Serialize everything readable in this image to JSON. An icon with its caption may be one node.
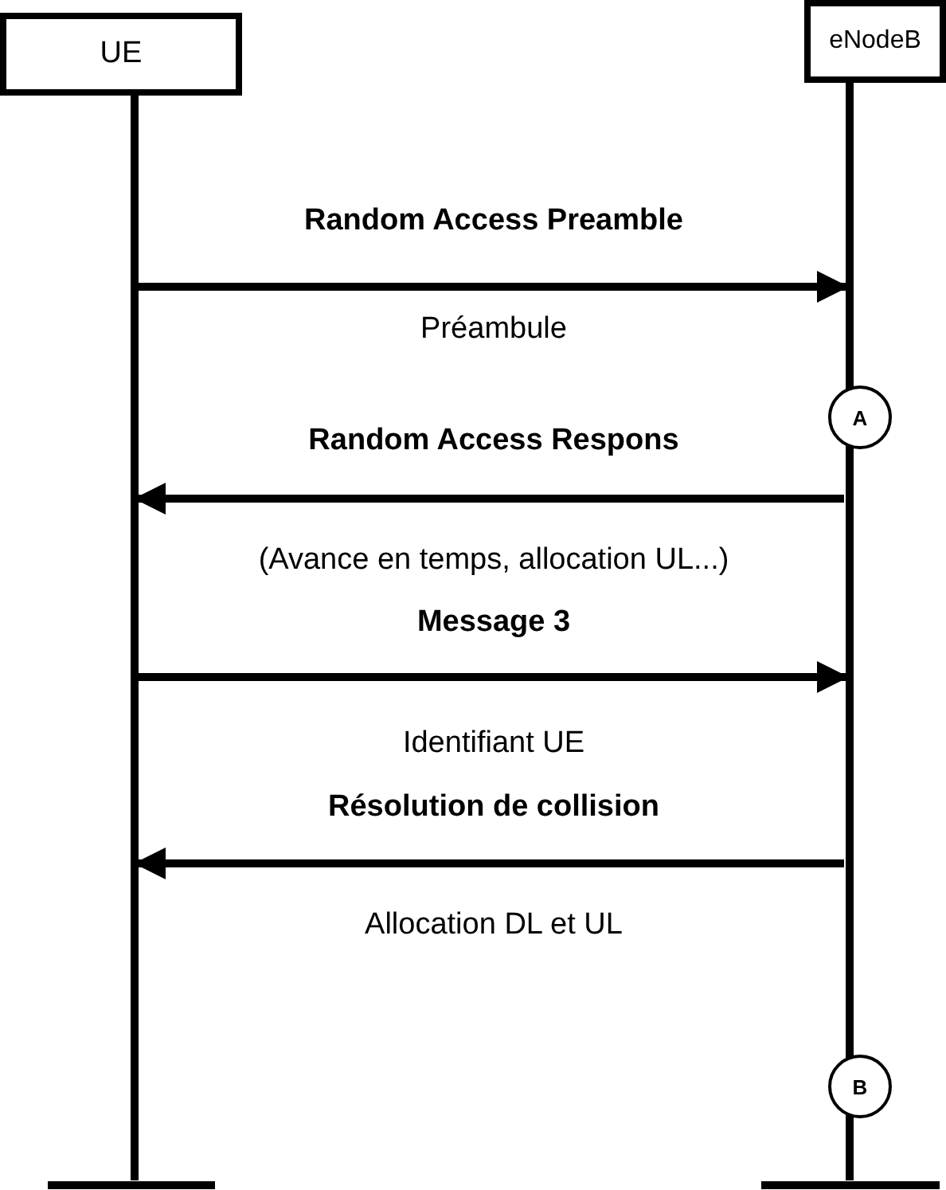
{
  "diagram": {
    "nodes": [
      {
        "text": [
          "UE"
        ]
      },
      {
        "text": [
          "eNodeB"
        ]
      },
      {
        "text": [
          "A"
        ]
      },
      {
        "text": [
          "B"
        ]
      },
      {
        "text": [],
        "shape": "bar"
      },
      {
        "text": [],
        "shape": "bar"
      }
    ],
    "edges": [
      {
        "from": 4,
        "to": 5,
        "arrow": "to",
        "label": "Random Access Preamble"
      },
      {
        "from": 5,
        "to": 4,
        "arrow": "to",
        "label": "Random Access Respons"
      },
      {
        "from": 4,
        "to": 5,
        "arrow": "to",
        "label": "Message 3"
      },
      {
        "from": 5,
        "to": 4,
        "arrow": "to",
        "label": "Résolution de collision"
      }
    ],
    "labels": [
      "Préambule",
      "(Avance en temps, allocation UL...)",
      "Identifiant UE",
      "Allocation DL et UL"
    ]
  }
}
